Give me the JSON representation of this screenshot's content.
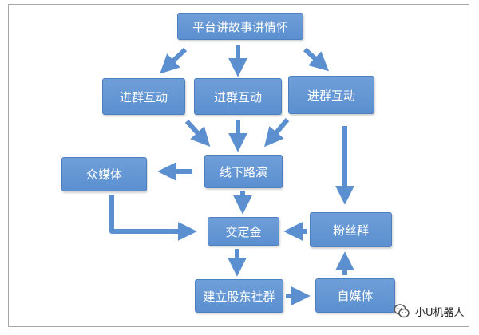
{
  "diagram": {
    "nodes": {
      "top": "平台讲故事讲情怀",
      "group1": "进群互动",
      "group2": "进群互动",
      "group3": "进群互动",
      "media": "众媒体",
      "roadshow": "线下路演",
      "deposit": "交定金",
      "fans": "粉丝群",
      "shareholder_group": "建立股东社群",
      "self_media": "自媒体"
    }
  },
  "watermark": {
    "text": "小U机器人",
    "icon": "wechat-icon"
  },
  "colors": {
    "node_fill": "#5b8fcf",
    "node_border": "#4d7fbf",
    "arrow": "#5b8fcf",
    "text": "#ffffff"
  }
}
